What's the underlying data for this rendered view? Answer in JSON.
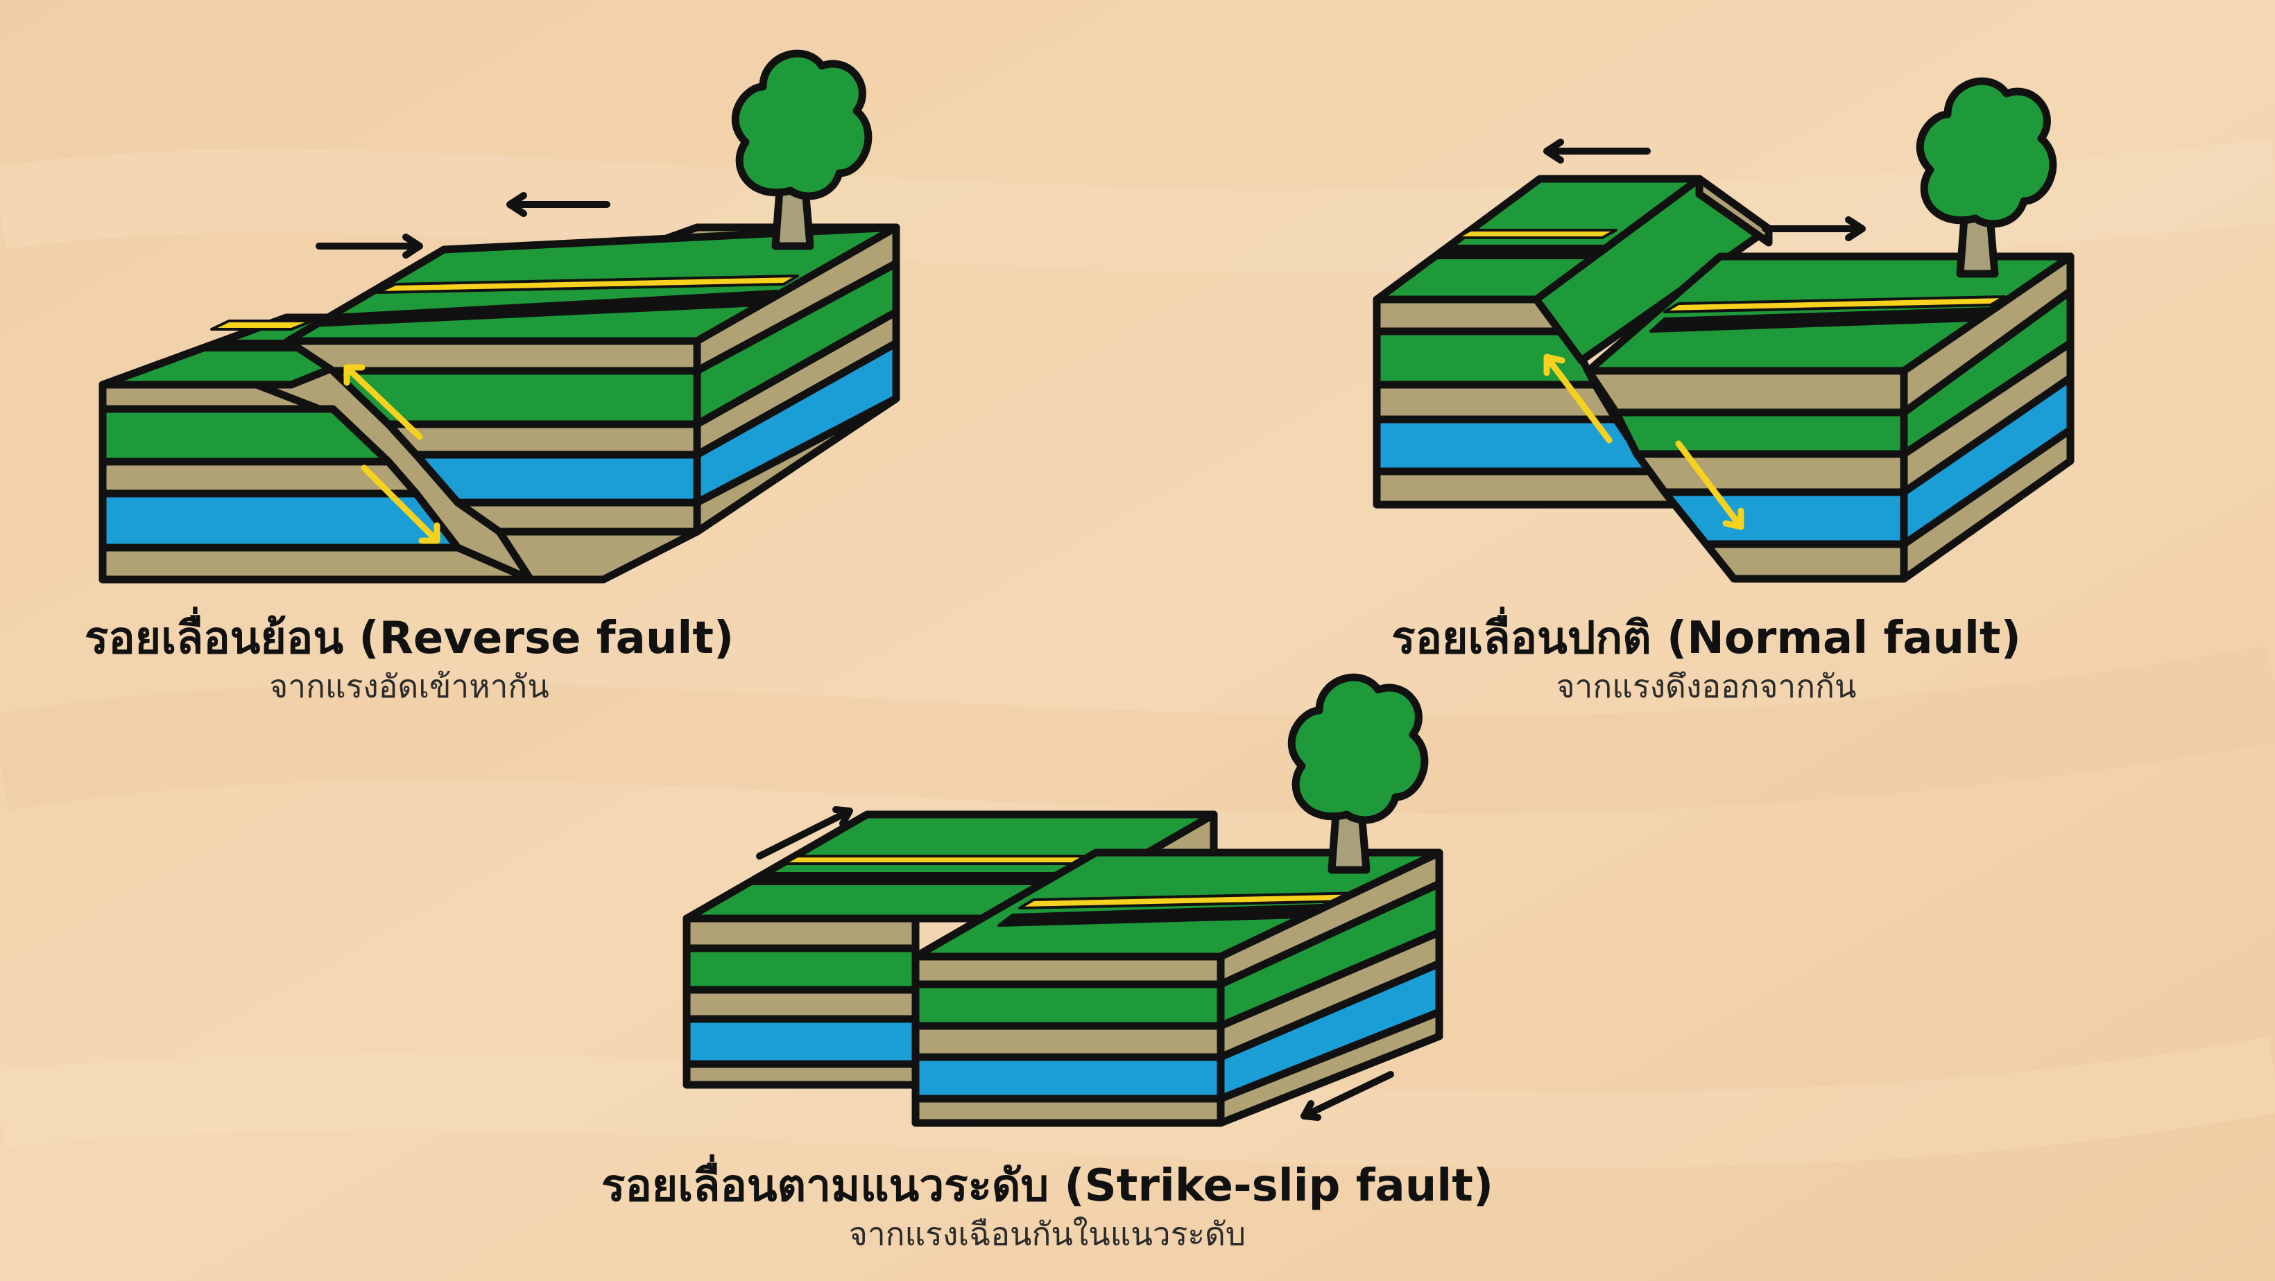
{
  "palette": {
    "background": "#F2D4AE",
    "green": "#1E9A3A",
    "tan": "#B0A274",
    "blue": "#1B9ED6",
    "black": "#111111",
    "road_line": "#F6D21F",
    "tree_trunk": "#A8A07A"
  },
  "diagrams": [
    {
      "id": "reverse",
      "title": "รอยเลื่อนย้อน (Reverse fault)",
      "subtitle": "จากแรงอัดเข้าหากัน"
    },
    {
      "id": "normal",
      "title": "รอยเลื่อนปกติ (Normal fault)",
      "subtitle": "จากแรงดึงออกจากกัน"
    },
    {
      "id": "strike_slip",
      "title": "รอยเลื่อนตามแนวระดับ (Strike-slip fault)",
      "subtitle": "จากแรงเฉือนกันในแนวระดับ"
    }
  ]
}
